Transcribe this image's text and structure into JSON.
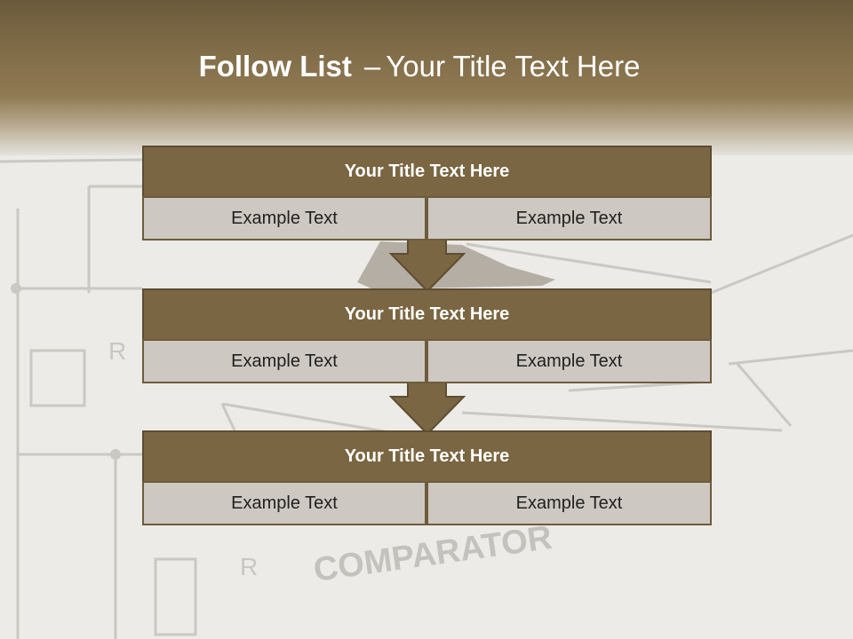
{
  "slide": {
    "title_lead": "Follow List",
    "title_sep": "–",
    "title_rest": "Your Title Text Here"
  },
  "background": {
    "comparator_label": "COMPARATOR",
    "resistor_label": "R"
  },
  "colors": {
    "header_fill": "#7a6642",
    "header_border": "#5d4d32",
    "cell_fill": "#cdc8c1",
    "arrow_fill": "#7a6642"
  },
  "blocks": [
    {
      "title": "Your Title Text Here",
      "left_text": "Example Text",
      "right_text": "Example Text"
    },
    {
      "title": "Your Title Text Here",
      "left_text": "Example Text",
      "right_text": "Example Text"
    },
    {
      "title": "Your Title Text Here",
      "left_text": "Example Text",
      "right_text": "Example Text"
    }
  ]
}
